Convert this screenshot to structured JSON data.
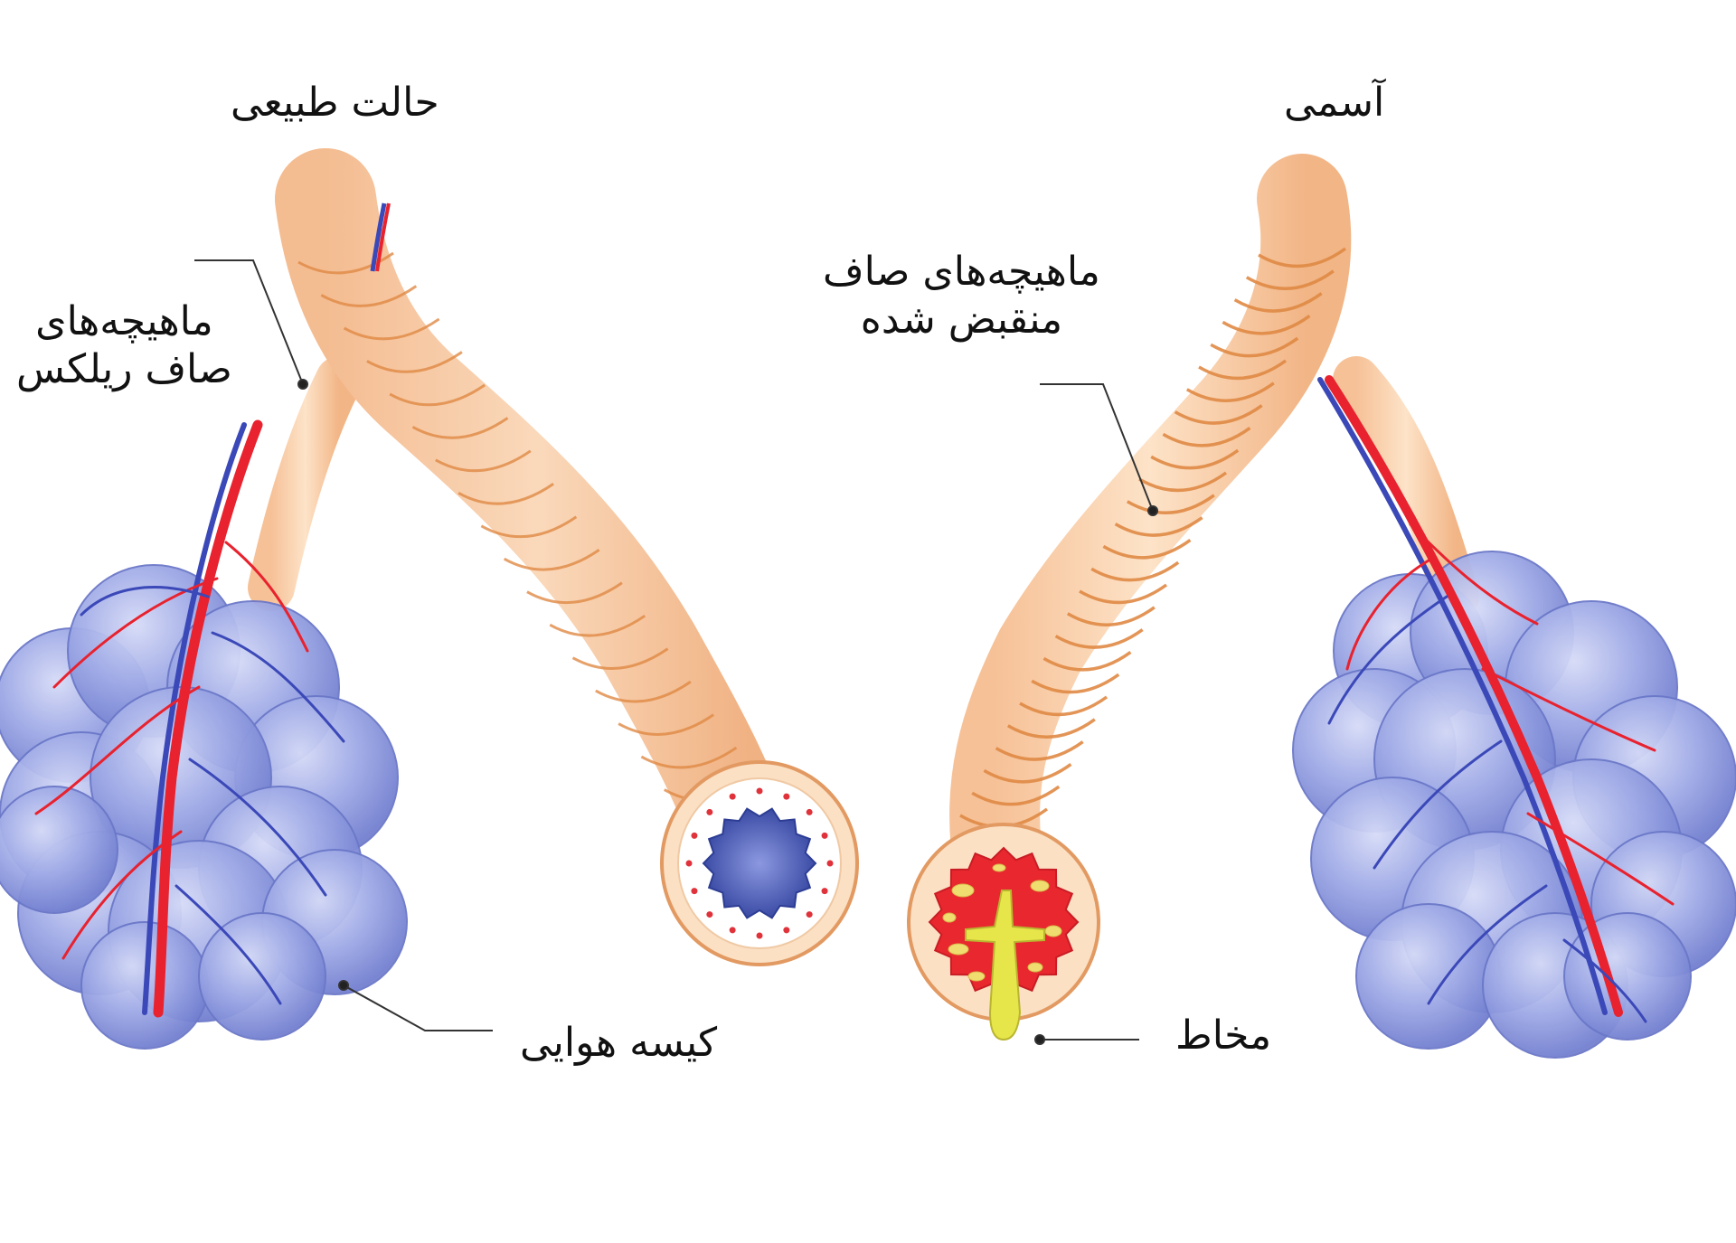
{
  "panels": {
    "normal": {
      "title": "حالت طبیعی",
      "muscle_label_line1": "ماهیچه‌های",
      "muscle_label_line2": "صاف ریلکس",
      "air_sac_label": "کیسه هوایی"
    },
    "asthma": {
      "title": "آسمی",
      "muscle_label_line1": "ماهیچه‌های صاف",
      "muscle_label_line2": "منقبض شده",
      "mucus_label": "مخاط"
    }
  },
  "colors": {
    "airway_fill": "#f8cfa8",
    "airway_stroke": "#e8a06a",
    "muscle_band": "#e08a45",
    "alveoli_fill": "#8f9be0",
    "alveoli_light": "#c7cdf3",
    "artery": "#e8222e",
    "vein": "#3b48b8",
    "lumen_normal": "#3d4fb0",
    "inflamed_tissue": "#e8282e",
    "mucus": "#e6e64a",
    "leader_line": "#333333"
  }
}
